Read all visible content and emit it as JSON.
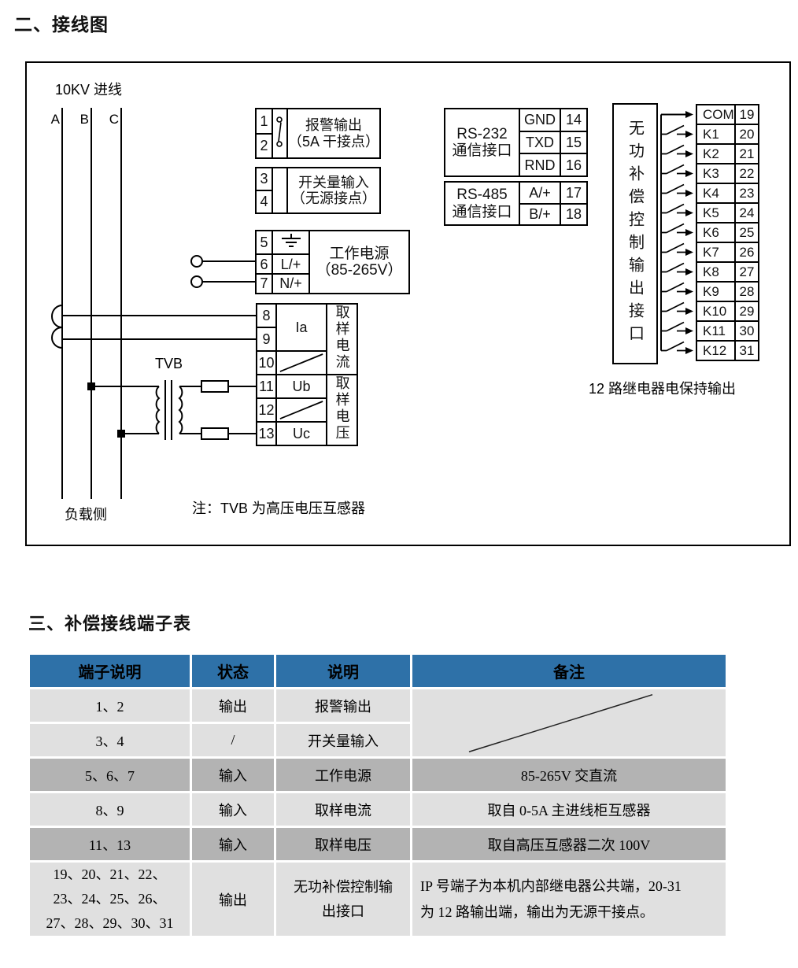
{
  "titles": {
    "section2": "二、接线图",
    "section3": "三、补偿接线端子表"
  },
  "diagram": {
    "incoming": "10KV 进线",
    "phases": [
      "A",
      "B",
      "C"
    ],
    "load_side": "负载侧",
    "note": "注：TVB 为高压电压互感器",
    "tvb": "TVB",
    "relay_caption": "12 路继电器电保持输出",
    "alarm": {
      "t1": "1",
      "t2": "2",
      "line1": "报警输出",
      "line2": "（5A 干接点）"
    },
    "digital": {
      "t1": "3",
      "t2": "4",
      "line1": "开关量输入",
      "line2": "（无源接点）"
    },
    "power": {
      "t1": "5",
      "t2": "6",
      "t3": "7",
      "s2": "L/+",
      "s3": "N/+",
      "line1": "工作电源",
      "line2": "（85-265V）"
    },
    "sampling": {
      "t8": "8",
      "t9": "9",
      "t10": "10",
      "t11": "11",
      "t12": "12",
      "t13": "13",
      "ia": "Ia",
      "ub": "Ub",
      "uc": "Uc",
      "current": "取样电流",
      "voltage": "取样电压"
    },
    "rs232": {
      "name1": "RS-232",
      "name2": "通信接口",
      "r1s": "GND",
      "r1n": "14",
      "r2s": "TXD",
      "r2n": "15",
      "r3s": "RND",
      "r3n": "16"
    },
    "rs485": {
      "name1": "RS-485",
      "name2": "通信接口",
      "r1s": "A/+",
      "r1n": "17",
      "r2s": "B/+",
      "r2n": "18"
    },
    "relay": {
      "side": "无功补偿控制输出接口",
      "rows": [
        {
          "k": "COM",
          "n": "19"
        },
        {
          "k": "K1",
          "n": "20"
        },
        {
          "k": "K2",
          "n": "21"
        },
        {
          "k": "K3",
          "n": "22"
        },
        {
          "k": "K4",
          "n": "23"
        },
        {
          "k": "K5",
          "n": "24"
        },
        {
          "k": "K6",
          "n": "25"
        },
        {
          "k": "K7",
          "n": "26"
        },
        {
          "k": "K8",
          "n": "27"
        },
        {
          "k": "K9",
          "n": "28"
        },
        {
          "k": "K10",
          "n": "29"
        },
        {
          "k": "K11",
          "n": "30"
        },
        {
          "k": "K12",
          "n": "31"
        }
      ]
    }
  },
  "table": {
    "headers": [
      "端子说明",
      "状态",
      "说明",
      "备注"
    ],
    "colors": {
      "header_bg": "#2e71a8",
      "row_light": "#e0e0e0",
      "row_dark": "#b3b3b3"
    },
    "rows": [
      {
        "terminals": "1、2",
        "state": "输出",
        "desc": "报警输出",
        "remark": ""
      },
      {
        "terminals": "3、4",
        "state": "/",
        "desc": "开关量输入",
        "remark": ""
      },
      {
        "terminals": "5、6、7",
        "state": "输入",
        "desc": "工作电源",
        "remark": "85-265V 交直流"
      },
      {
        "terminals": "8、9",
        "state": "输入",
        "desc": "取样电流",
        "remark": "取自 0-5A 主进线柜互感器"
      },
      {
        "terminals": "11、13",
        "state": "输入",
        "desc": "取样电压",
        "remark": "取自高压互感器二次 100V"
      }
    ],
    "last_row": {
      "terminals_lines": [
        "19、20、21、22、",
        "23、24、25、26、",
        "27、28、29、30、31"
      ],
      "state": "输出",
      "desc_lines": [
        "无功补偿控制输",
        "出接口"
      ],
      "remark_lines": [
        "IP 号端子为本机内部继电器公共端，20-31",
        "为 12 路输出端，输出为无源干接点。"
      ]
    }
  }
}
